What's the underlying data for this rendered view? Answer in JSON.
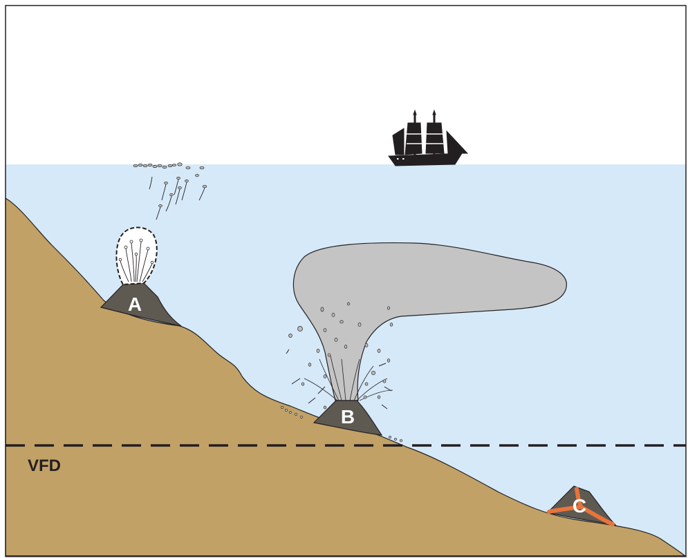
{
  "labels": {
    "volcano_a": "A",
    "volcano_b": "B",
    "volcano_c": "C",
    "depth_line": "VFD"
  },
  "icons": {
    "ship": "sailing-ship-icon"
  },
  "colors": {
    "sky": "#ffffff",
    "water": "#d6e9f9",
    "seafloor": "#c1a166",
    "volcano": "#5e5a52",
    "ash_cloud": "#c4c4c4",
    "lava": "#e8743b",
    "outline": "#231f20"
  }
}
